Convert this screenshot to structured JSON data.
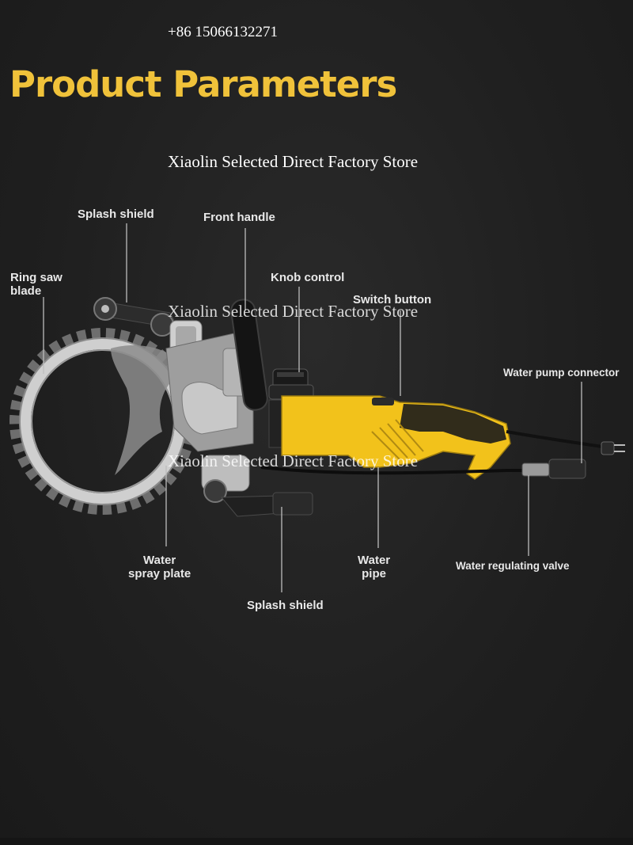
{
  "header": {
    "phone": "+86 15066132271",
    "title": "Product Parameters"
  },
  "watermark": {
    "text": "Xiaolin Selected Direct Factory Store"
  },
  "labels": {
    "splash_shield_top": "Splash shield",
    "front_handle": "Front handle",
    "ring_saw_blade": "Ring saw\nblade",
    "knob_control": "Knob control",
    "switch_button": "Switch button",
    "water_pump_connector": "Water pump connector",
    "water_spray_plate": "Water\nspray plate",
    "water_pipe": "Water\npipe",
    "water_regulating_valve": "Water regulating valve",
    "splash_shield_bottom": "Splash shield"
  },
  "colors": {
    "background": "#1e1e1e",
    "accent_yellow": "#f0c23a",
    "tool_yellow": "#f2c21b",
    "label_text": "#e8e8e8"
  }
}
